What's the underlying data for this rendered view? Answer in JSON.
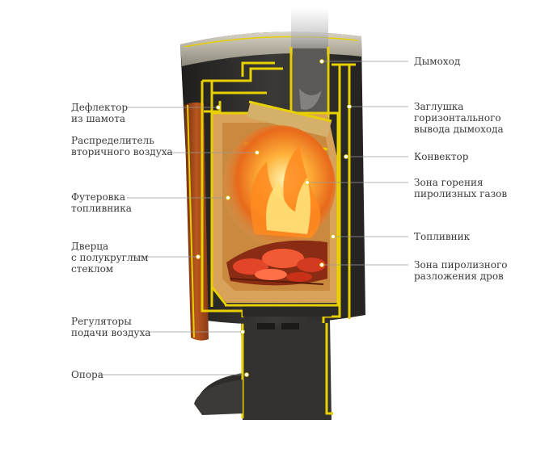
{
  "colors": {
    "outer_shell": "#2b2a28",
    "trim_yellow": "#e8cf00",
    "firebrick": "#d9a25a",
    "door_glass": "#a94e1e",
    "smoke": "#b9b9b9",
    "leader_line": "#9a9a9a",
    "text": "#3a3a3a"
  },
  "labels": {
    "left": [
      {
        "id": "deflector",
        "lines": [
          "Дефлектор",
          "из шамота"
        ]
      },
      {
        "id": "distributor",
        "lines": [
          "Распределитель",
          "вторичного воздуха"
        ]
      },
      {
        "id": "lining",
        "lines": [
          "Футеровка",
          "топливника"
        ]
      },
      {
        "id": "door",
        "lines": [
          "Дверца",
          "с полукруглым",
          "стеклом"
        ]
      },
      {
        "id": "regulators",
        "lines": [
          "Регуляторы",
          "подачи воздуха"
        ]
      },
      {
        "id": "support",
        "lines": [
          "Опора"
        ]
      }
    ],
    "right": [
      {
        "id": "chimney",
        "lines": [
          "Дымоход"
        ]
      },
      {
        "id": "plug",
        "lines": [
          "Заглушка",
          "горизонтального",
          "вывода дымохода"
        ]
      },
      {
        "id": "convector",
        "lines": [
          "Конвектор"
        ]
      },
      {
        "id": "combustion",
        "lines": [
          "Зона горения",
          "пиролизных газов"
        ]
      },
      {
        "id": "firebox",
        "lines": [
          "Топливник"
        ]
      },
      {
        "id": "pyrolysis",
        "lines": [
          "Зона пиролизного",
          "разложения дров"
        ]
      }
    ]
  }
}
